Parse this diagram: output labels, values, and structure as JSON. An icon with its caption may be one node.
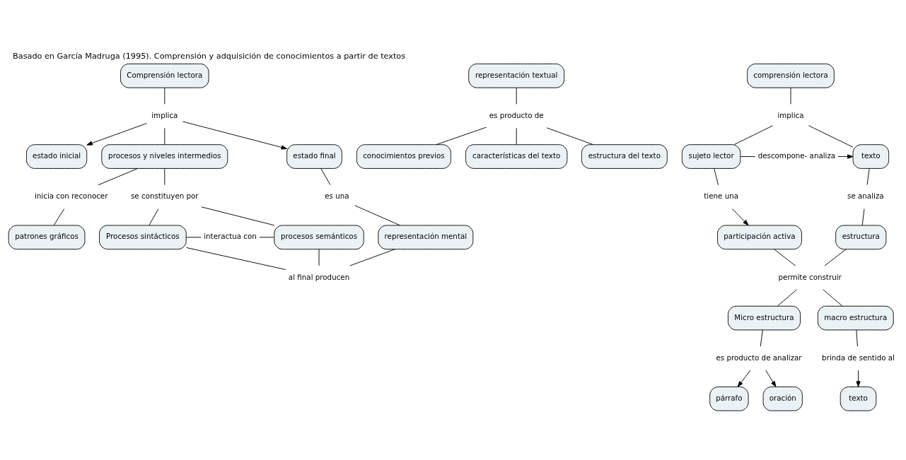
{
  "diagram": {
    "title": "Basado en García Madruga (1995). Comprensión y adquisición de conocimientos a partir de textos",
    "nodes": [
      {
        "text": [
          "Comprensión lectora"
        ]
      },
      {
        "text": [
          "implica"
        ]
      },
      {
        "text": [
          "estado inicial"
        ]
      },
      {
        "text": [
          "procesos y niveles intermedios"
        ]
      },
      {
        "text": [
          "estado final"
        ]
      },
      {
        "text": [
          "inicia con reconocer"
        ]
      },
      {
        "text": [
          "se constituyen por"
        ]
      },
      {
        "text": [
          "es una"
        ]
      },
      {
        "text": [
          "patrones gráficos"
        ]
      },
      {
        "text": [
          "Procesos sintácticos"
        ]
      },
      {
        "text": [
          "interactua con"
        ]
      },
      {
        "text": [
          "procesos semánticos"
        ]
      },
      {
        "text": [
          "representación mental"
        ]
      },
      {
        "text": [
          "al final producen"
        ]
      },
      {
        "text": [
          "representación textual"
        ]
      },
      {
        "text": [
          "es producto de"
        ]
      },
      {
        "text": [
          "conocimientos previos"
        ]
      },
      {
        "text": [
          "características del texto"
        ]
      },
      {
        "text": [
          "estructura del texto"
        ]
      },
      {
        "text": [
          "comprensión lectora"
        ]
      },
      {
        "text": [
          "implica"
        ]
      },
      {
        "text": [
          "texto"
        ]
      },
      {
        "text": [
          "descompone- analiza"
        ]
      },
      {
        "text": [
          "sujeto lector"
        ]
      },
      {
        "text": [
          "se analiza"
        ]
      },
      {
        "text": [
          "tiene una"
        ]
      },
      {
        "text": [
          "estructura"
        ]
      },
      {
        "text": [
          "participación activa"
        ]
      },
      {
        "text": [
          "permite construir"
        ]
      },
      {
        "text": [
          "Micro estructura"
        ]
      },
      {
        "text": [
          "macro estructura"
        ]
      },
      {
        "text": [
          "es producto de analizar"
        ]
      },
      {
        "text": [
          "brinda de sentido al"
        ]
      },
      {
        "text": [
          "oración"
        ]
      },
      {
        "text": [
          "párrafo"
        ]
      },
      {
        "text": [
          "texto"
        ]
      }
    ],
    "edges": [
      {
        "from": 0,
        "to": 1,
        "arrow": "none"
      },
      {
        "from": 1,
        "to": 2,
        "arrow": "to"
      },
      {
        "from": 1,
        "to": 3,
        "arrow": "none"
      },
      {
        "from": 1,
        "to": 4,
        "arrow": "to"
      },
      {
        "from": 3,
        "to": 5,
        "arrow": "none"
      },
      {
        "from": 5,
        "to": 8,
        "arrow": "none"
      },
      {
        "from": 3,
        "to": 6,
        "arrow": "none"
      },
      {
        "from": 6,
        "to": 9,
        "arrow": "none"
      },
      {
        "from": 6,
        "to": 11,
        "arrow": "none"
      },
      {
        "from": 4,
        "to": 7,
        "arrow": "none"
      },
      {
        "from": 7,
        "to": 12,
        "arrow": "none"
      },
      {
        "from": 9,
        "to": 10,
        "arrow": "none"
      },
      {
        "from": 10,
        "to": 11,
        "arrow": "none"
      },
      {
        "from": 9,
        "to": 13,
        "arrow": "none"
      },
      {
        "from": 11,
        "to": 13,
        "arrow": "none"
      },
      {
        "from": 12,
        "to": 13,
        "arrow": "none"
      },
      {
        "from": 14,
        "to": 15,
        "arrow": "none"
      },
      {
        "from": 15,
        "to": 16,
        "arrow": "none"
      },
      {
        "from": 15,
        "to": 17,
        "arrow": "none"
      },
      {
        "from": 15,
        "to": 18,
        "arrow": "none"
      },
      {
        "from": 19,
        "to": 20,
        "arrow": "none"
      },
      {
        "from": 20,
        "to": 21,
        "arrow": "none"
      },
      {
        "from": 20,
        "to": 23,
        "arrow": "none"
      },
      {
        "from": 23,
        "to": 22,
        "arrow": "none"
      },
      {
        "from": 22,
        "to": 21,
        "arrow": "to"
      },
      {
        "from": 21,
        "to": 24,
        "arrow": "none"
      },
      {
        "from": 24,
        "to": 26,
        "arrow": "none"
      },
      {
        "from": 23,
        "to": 25,
        "arrow": "none"
      },
      {
        "from": 25,
        "to": 27,
        "arrow": "to"
      },
      {
        "from": 26,
        "to": 28,
        "arrow": "none"
      },
      {
        "from": 27,
        "to": 28,
        "arrow": "none"
      },
      {
        "from": 28,
        "to": 29,
        "arrow": "none"
      },
      {
        "from": 28,
        "to": 30,
        "arrow": "none"
      },
      {
        "from": 29,
        "to": 31,
        "arrow": "none"
      },
      {
        "from": 31,
        "to": 33,
        "arrow": "to"
      },
      {
        "from": 31,
        "to": 34,
        "arrow": "to"
      },
      {
        "from": 30,
        "to": 32,
        "arrow": "none"
      },
      {
        "from": 32,
        "to": 35,
        "arrow": "to"
      }
    ]
  }
}
